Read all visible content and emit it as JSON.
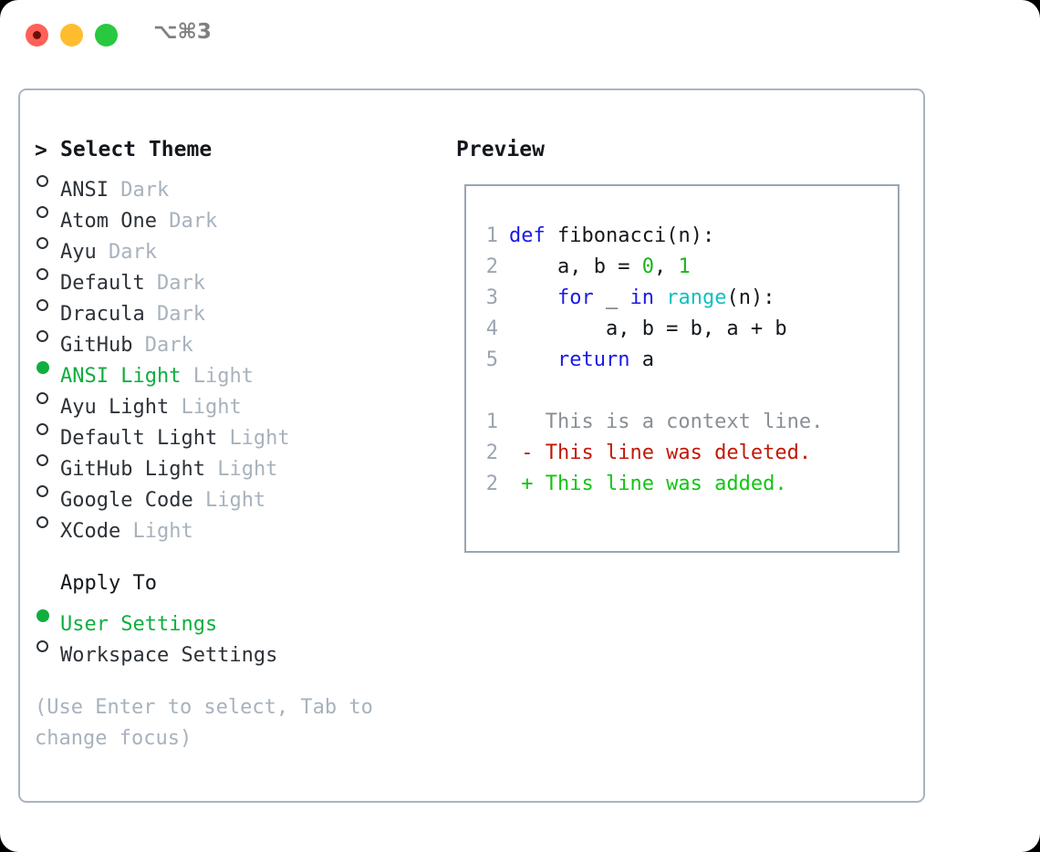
{
  "titlebar": {
    "shortcut": "⌥⌘3",
    "buttons": {
      "close": "close",
      "minimize": "minimize",
      "maximize": "maximize"
    }
  },
  "theme_panel": {
    "heading_marker": ">",
    "heading": "Select Theme",
    "themes": [
      {
        "marker": "○",
        "name": "ANSI",
        "variant": "Dark",
        "selected": false
      },
      {
        "marker": "○",
        "name": "Atom One",
        "variant": "Dark",
        "selected": false
      },
      {
        "marker": "○",
        "name": "Ayu",
        "variant": "Dark",
        "selected": false
      },
      {
        "marker": "○",
        "name": "Default",
        "variant": "Dark",
        "selected": false
      },
      {
        "marker": "○",
        "name": "Dracula",
        "variant": "Dark",
        "selected": false
      },
      {
        "marker": "○",
        "name": "GitHub",
        "variant": "Dark",
        "selected": false
      },
      {
        "marker": "●",
        "name": "ANSI Light",
        "variant": "Light",
        "selected": true
      },
      {
        "marker": "○",
        "name": "Ayu Light",
        "variant": "Light",
        "selected": false
      },
      {
        "marker": "○",
        "name": "Default Light",
        "variant": "Light",
        "selected": false
      },
      {
        "marker": "○",
        "name": "GitHub Light",
        "variant": "Light",
        "selected": false
      },
      {
        "marker": "○",
        "name": "Google Code",
        "variant": "Light",
        "selected": false
      },
      {
        "marker": "○",
        "name": "XCode",
        "variant": "Light",
        "selected": false
      }
    ],
    "apply_to": {
      "title": "Apply To",
      "options": [
        {
          "marker": "●",
          "label": "User Settings",
          "selected": true
        },
        {
          "marker": "○",
          "label": "Workspace Settings",
          "selected": false
        }
      ]
    },
    "hint": "(Use Enter to select, Tab to change focus)"
  },
  "preview_panel": {
    "heading": "Preview",
    "code_lines": [
      {
        "lineno": "1",
        "tokens": [
          {
            "text": "def ",
            "type": "kw"
          },
          {
            "text": "fibonacci",
            "type": "fn"
          },
          {
            "text": "(n):",
            "type": "plain"
          }
        ]
      },
      {
        "lineno": "2",
        "tokens": [
          {
            "text": "    a, b = ",
            "type": "plain"
          },
          {
            "text": "0",
            "type": "num"
          },
          {
            "text": ", ",
            "type": "plain"
          },
          {
            "text": "1",
            "type": "num"
          }
        ]
      },
      {
        "lineno": "3",
        "tokens": [
          {
            "text": "    ",
            "type": "plain"
          },
          {
            "text": "for",
            "type": "kw"
          },
          {
            "text": " _ ",
            "type": "plain"
          },
          {
            "text": "in",
            "type": "kw"
          },
          {
            "text": " ",
            "type": "plain"
          },
          {
            "text": "range",
            "type": "builtin"
          },
          {
            "text": "(n):",
            "type": "plain"
          }
        ]
      },
      {
        "lineno": "4",
        "tokens": [
          {
            "text": "        a, b = b, a + b",
            "type": "plain"
          }
        ]
      },
      {
        "lineno": "5",
        "tokens": [
          {
            "text": "    ",
            "type": "plain"
          },
          {
            "text": "return",
            "type": "kw"
          },
          {
            "text": " a",
            "type": "plain"
          }
        ]
      }
    ],
    "diff_lines": [
      {
        "lineno": "1",
        "sign": " ",
        "text": "This is a context line.",
        "kind": "ctx"
      },
      {
        "lineno": "2",
        "sign": "-",
        "text": "This line was deleted.",
        "kind": "del"
      },
      {
        "lineno": "2",
        "sign": "+",
        "text": "This line was added.",
        "kind": "add"
      }
    ]
  },
  "colors": {
    "accent_green": "#0fae3f",
    "muted": "#a8b2bd",
    "text": "#2d3238",
    "border": "#aab4c0",
    "preview_border": "#9aa5b1",
    "keyword": "#1a1ae6",
    "builtin": "#0fc0c0",
    "number": "#19b619",
    "diff_add": "#14c414",
    "diff_del": "#c21807",
    "diff_ctx": "#8a8f96",
    "close": "#ff6058",
    "minimize": "#ffbd2e",
    "maximize": "#28c840"
  }
}
